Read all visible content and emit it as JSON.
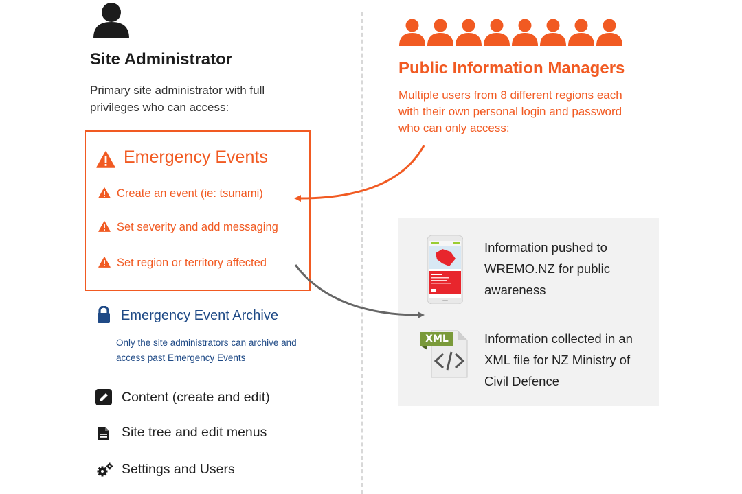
{
  "colors": {
    "accent": "#f15a22",
    "archive": "#1f4a86",
    "text": "#222222",
    "panel": "#f2f2f2"
  },
  "admin": {
    "icon": "person-icon",
    "title": "Site Administrator",
    "description": "Primary site administrator with full privileges who can access:"
  },
  "emergency_events": {
    "title": "Emergency Events",
    "items": [
      {
        "label": "Create an event (ie: tsunami)",
        "icon": "warning-icon"
      },
      {
        "label": "Set severity and add messaging",
        "icon": "warning-icon"
      },
      {
        "label": "Set region or territory affected",
        "icon": "warning-icon"
      }
    ]
  },
  "archive": {
    "icon": "lock-icon",
    "title": "Emergency Event Archive",
    "description": "Only the site administrators can archive and access past Emergency Events"
  },
  "privileges": [
    {
      "label": "Content (create and edit)",
      "icon": "edit-icon"
    },
    {
      "label": "Site tree and edit menus",
      "icon": "document-icon"
    },
    {
      "label": "Settings and Users",
      "icon": "gears-icon"
    }
  ],
  "public_managers": {
    "icon": "people-group-icon",
    "title": "Public Information Managers",
    "description": "Multiple users from 8 different regions each with their own personal login and password who can only access:"
  },
  "outputs": [
    {
      "icon": "phone-app-icon",
      "text": "Information pushed to WREMO.NZ for public awareness"
    },
    {
      "icon": "xml-file-icon",
      "badge": "XML",
      "text": "Information collected in an XML file for NZ Ministry of Civil Defence"
    }
  ]
}
